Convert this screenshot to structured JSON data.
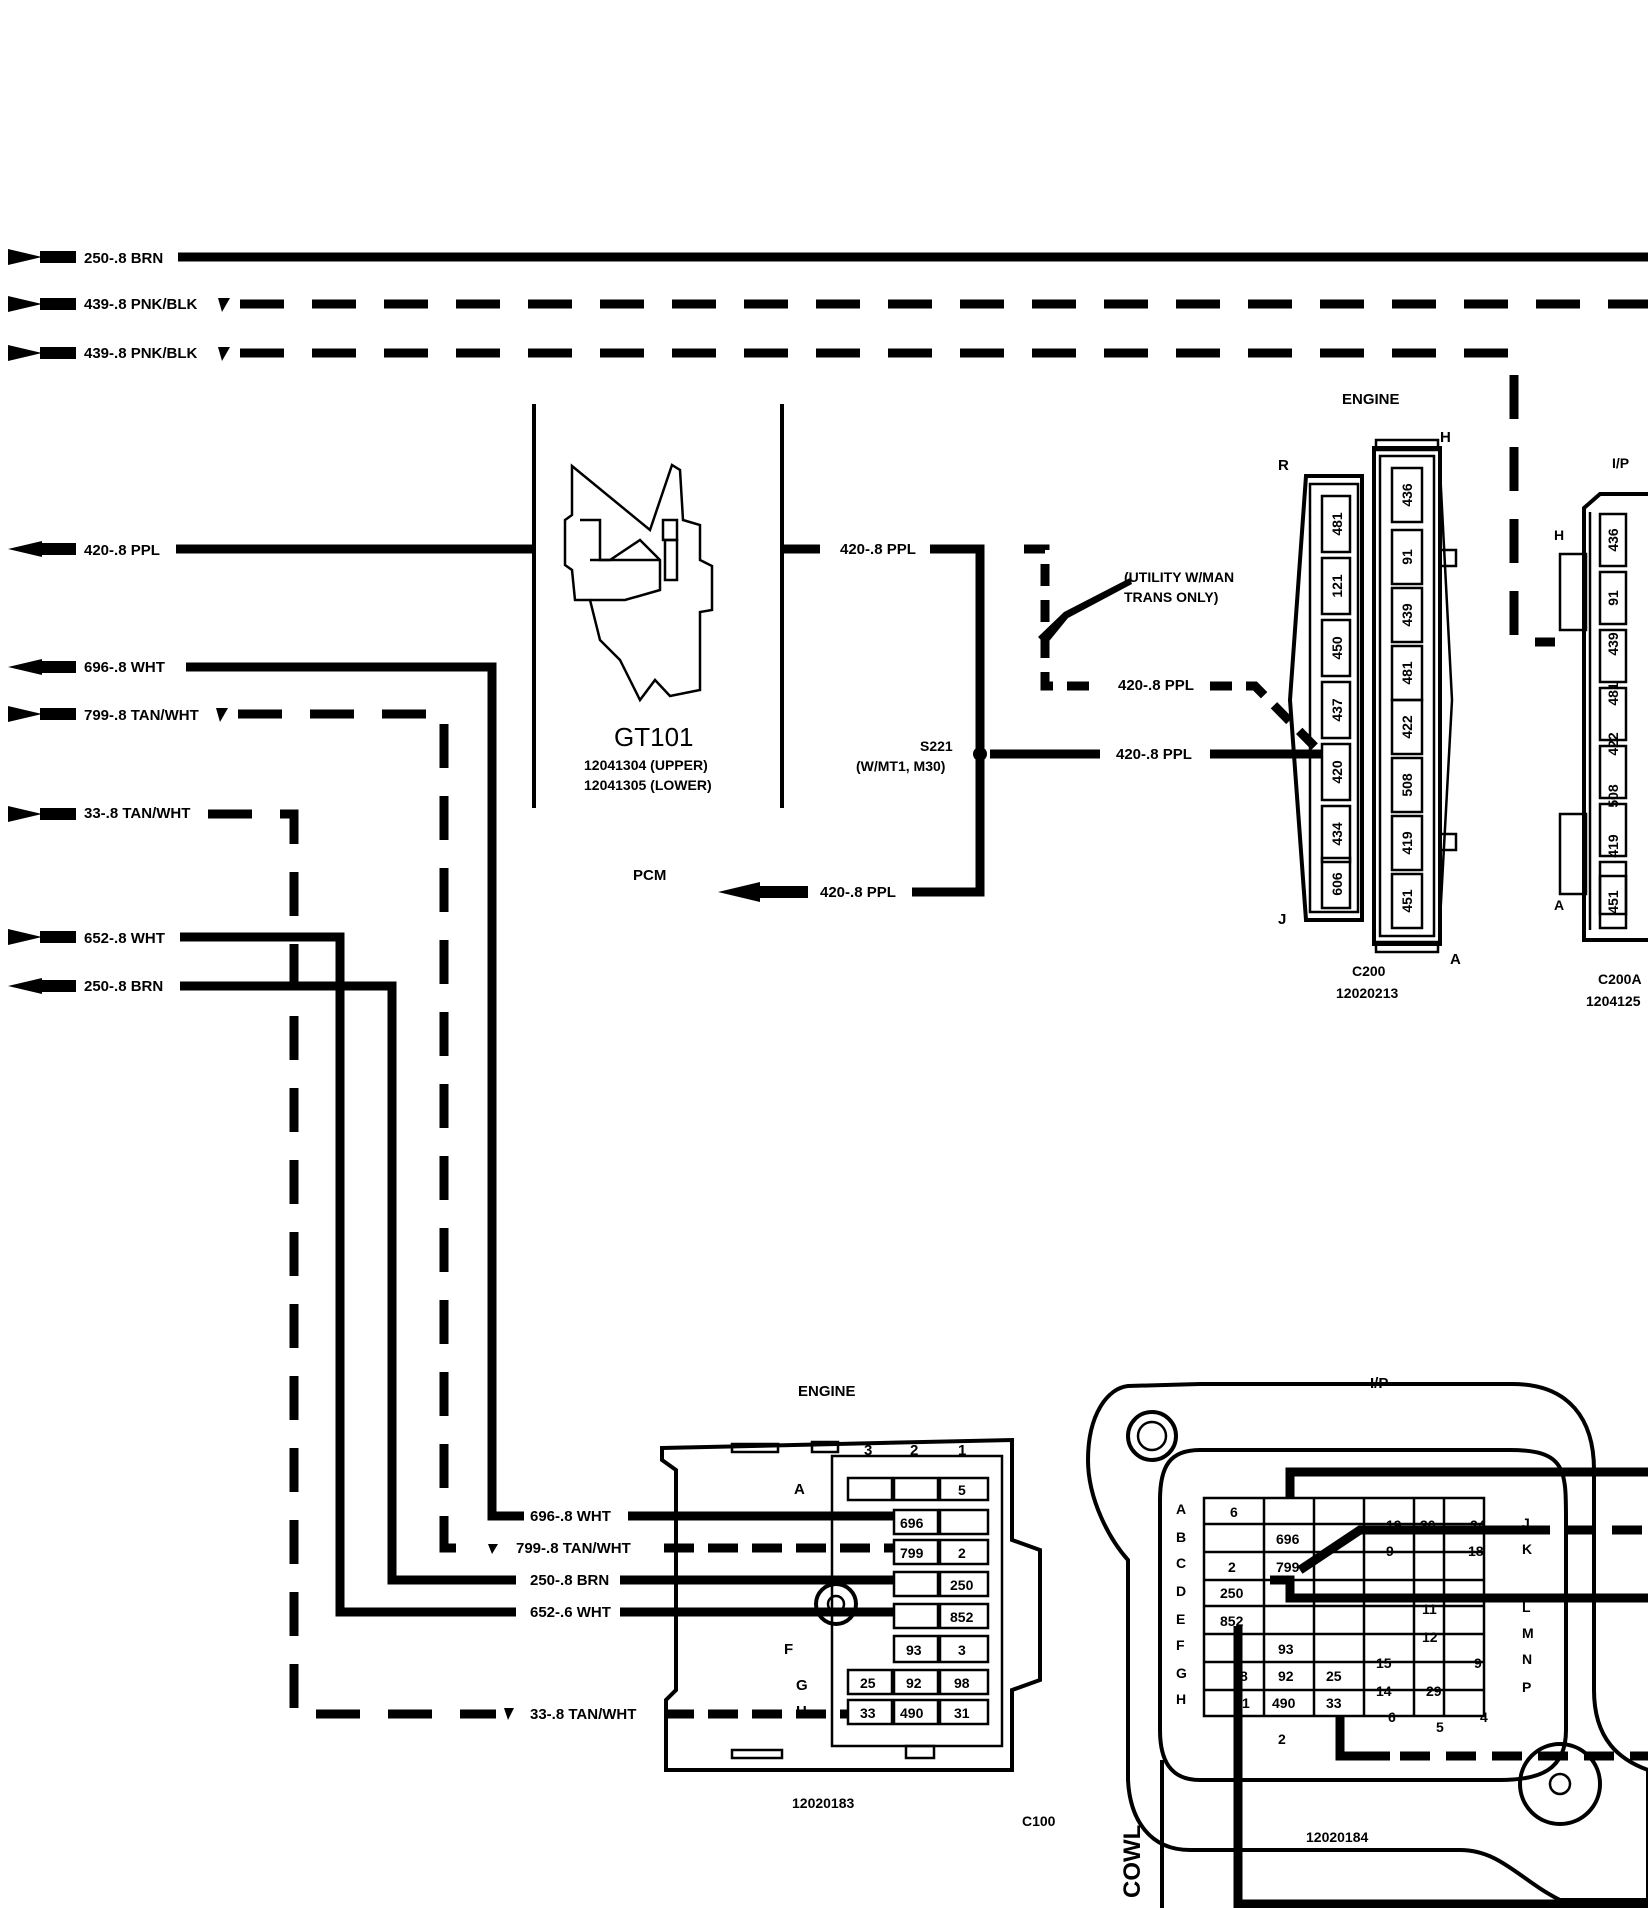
{
  "left_wires": [
    {
      "label": "250-.8 BRN",
      "dir": "in"
    },
    {
      "label": "439-.8 PNK/BLK",
      "dir": "in"
    },
    {
      "label": "439-.8 PNK/BLK",
      "dir": "in"
    },
    {
      "label": "420-.8 PPL",
      "dir": "out"
    },
    {
      "label": "696-.8 WHT",
      "dir": "out"
    },
    {
      "label": "799-.8 TAN/WHT",
      "dir": "in"
    },
    {
      "label": "33-.8 TAN/WHT",
      "dir": "in"
    },
    {
      "label": "652-.8 WHT",
      "dir": "in"
    },
    {
      "label": "250-.8 BRN",
      "dir": "out"
    }
  ],
  "gt101": {
    "name": "GT101",
    "upper": "12041304 (UPPER)",
    "lower": "12041305 (LOWER)"
  },
  "mid_labels": {
    "ppl_top": "420-.8 PPL",
    "utility_1": "(UTILITY W/MAN",
    "utility_2": "TRANS ONLY)",
    "ppl_dashed": "420-.8 PPL",
    "splice": "S221",
    "splice_note": "(W/MT1, M30)",
    "ppl_splice": "420-.8 PPL",
    "pcm": "PCM",
    "ppl_pcm": "420-.8 PPL"
  },
  "c200": {
    "engine_label": "ENGINE",
    "corner_r": "R",
    "corner_h": "H",
    "corner_j": "J",
    "corner_a": "A",
    "name": "C200",
    "part": "12020213",
    "left_pins": [
      "481",
      "121",
      "450",
      "437",
      "420",
      "434",
      "606"
    ],
    "right_pins": [
      "436",
      "91",
      "439",
      "481",
      "422",
      "508",
      "419",
      "451"
    ]
  },
  "c200a": {
    "ip_label": "I/P",
    "corner_h": "H",
    "corner_a": "A",
    "name": "C200A",
    "part": "1204125",
    "pins": [
      "436",
      "91",
      "439",
      "481",
      "422",
      "508",
      "419",
      "451"
    ]
  },
  "c100_engine": {
    "label": "ENGINE",
    "cols": [
      "3",
      "2",
      "1"
    ],
    "row_a": "A",
    "row_f": "F",
    "row_g": "G",
    "row_h": "H",
    "pins": [
      "5",
      "696",
      "799",
      "2",
      "250",
      "852",
      "93",
      "3",
      "25",
      "92",
      "98",
      "33",
      "490",
      "31"
    ],
    "part": "12020183",
    "name": "C100",
    "wire_labels": [
      "696-.8 WHT",
      "799-.8 TAN/WHT",
      "250-.8 BRN",
      "652-.6 WHT",
      "33-.8 TAN/WHT"
    ]
  },
  "c100_ip": {
    "label": "I/P",
    "rows_left": [
      "A",
      "B",
      "C",
      "D",
      "E",
      "F",
      "G",
      "H"
    ],
    "rows_right": [
      "J",
      "K",
      "L",
      "M",
      "N",
      "P"
    ],
    "bottom_nums": [
      "2",
      "6",
      "5",
      "4"
    ],
    "pins": [
      "6",
      "696",
      "2",
      "799",
      "250",
      "852",
      "93",
      "8",
      "92",
      "25",
      "1",
      "490",
      "33",
      "19",
      "30",
      "24",
      "9",
      "18",
      "11",
      "12",
      "15",
      "9",
      "14",
      "29"
    ],
    "part": "12020184",
    "cowl": "COWL"
  }
}
